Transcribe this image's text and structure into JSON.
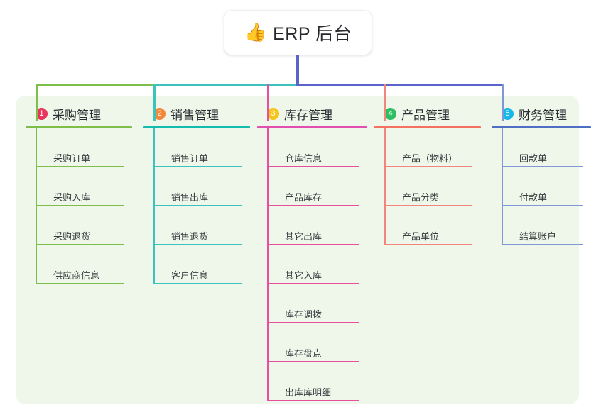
{
  "title": {
    "emoji": "👍",
    "emoji_name": "thumbs-up-icon",
    "text": "ERP 后台"
  },
  "theme": {
    "panel_bg": "#eef7e9",
    "page_bg": "#ffffff",
    "title_color": "#26282c",
    "trunk_color": "#5a63c8"
  },
  "columns": [
    {
      "number": "1",
      "label": "采购管理",
      "badge_color": "#e8365d",
      "rule_color": "#7ebf4c",
      "line_color": "#7ebf4c",
      "items": [
        {
          "label": "采购订单"
        },
        {
          "label": "采购入库"
        },
        {
          "label": "采购退货"
        },
        {
          "label": "供应商信息"
        }
      ]
    },
    {
      "number": "2",
      "label": "销售管理",
      "badge_color": "#f5873a",
      "rule_color": "#14bcb0",
      "line_color": "#3cc3bb",
      "items": [
        {
          "label": "销售订单"
        },
        {
          "label": "销售出库"
        },
        {
          "label": "销售退货"
        },
        {
          "label": "客户信息"
        }
      ]
    },
    {
      "number": "3",
      "label": "库存管理",
      "badge_color": "#f5c518",
      "rule_color": "#e24fb0",
      "line_color": "#e8509f",
      "items": [
        {
          "label": "仓库信息"
        },
        {
          "label": "产品库存"
        },
        {
          "label": "其它出库"
        },
        {
          "label": "其它入库"
        },
        {
          "label": "库存调拨"
        },
        {
          "label": "库存盘点"
        },
        {
          "label": "出库库明细"
        }
      ]
    },
    {
      "number": "4",
      "label": "产品管理",
      "badge_color": "#2dbd63",
      "rule_color": "#f4705f",
      "line_color": "#f4857a",
      "items": [
        {
          "label": "产品（物料）"
        },
        {
          "label": "产品分类"
        },
        {
          "label": "产品单位"
        }
      ]
    },
    {
      "number": "5",
      "label": "财务管理",
      "badge_color": "#17b8e8",
      "rule_color": "#4f6fc4",
      "line_color": "#8198d8",
      "items": [
        {
          "label": "回款单"
        },
        {
          "label": "付款单"
        },
        {
          "label": "结算账户"
        }
      ]
    }
  ]
}
